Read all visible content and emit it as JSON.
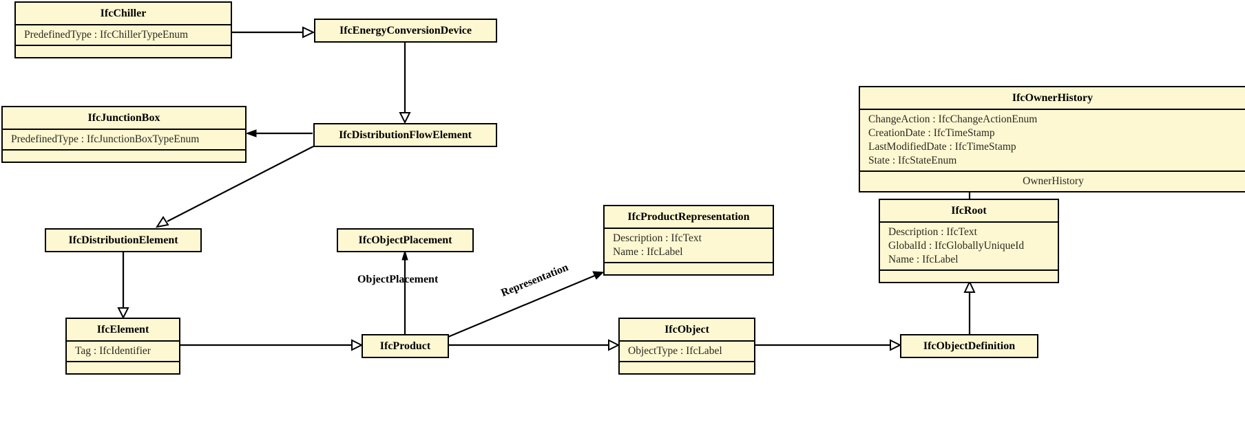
{
  "diagram": {
    "type": "uml-class-diagram",
    "background_color": "#ffffff",
    "box_fill_color": "#fdf8d2",
    "box_border_color": "#000000",
    "text_color": "#000000"
  },
  "classes": [
    {
      "id": "ifc-chiller",
      "name": "IfcChiller",
      "attributes": [
        "PredefinedType : IfcChillerTypeEnum"
      ],
      "has_empty_compartment": true
    },
    {
      "id": "ifc-energy-conversion-device",
      "name": "IfcEnergyConversionDevice",
      "attributes": [],
      "has_empty_compartment": false
    },
    {
      "id": "ifc-junction-box",
      "name": "IfcJunctionBox",
      "attributes": [
        "PredefinedType : IfcJunctionBoxTypeEnum"
      ],
      "has_empty_compartment": true
    },
    {
      "id": "ifc-distribution-flow-element",
      "name": "IfcDistributionFlowElement",
      "attributes": [],
      "has_empty_compartment": false
    },
    {
      "id": "ifc-distribution-element",
      "name": "IfcDistributionElement",
      "attributes": [],
      "has_empty_compartment": false
    },
    {
      "id": "ifc-object-placement",
      "name": "IfcObjectPlacement",
      "attributes": [],
      "has_empty_compartment": false
    },
    {
      "id": "ifc-product-representation",
      "name": "IfcProductRepresentation",
      "attributes": [
        "Description : IfcText",
        "Name : IfcLabel"
      ],
      "has_empty_compartment": true
    },
    {
      "id": "ifc-owner-history",
      "name": "IfcOwnerHistory",
      "attributes": [
        "ChangeAction : IfcChangeActionEnum",
        "CreationDate : IfcTimeStamp",
        "LastModifiedDate : IfcTimeStamp",
        "State : IfcStateEnum"
      ],
      "has_empty_compartment": false,
      "role_compartment": "OwnerHistory"
    },
    {
      "id": "ifc-root",
      "name": "IfcRoot",
      "attributes": [
        "Description : IfcText",
        "GlobalId : IfcGloballyUniqueId",
        "Name : IfcLabel"
      ],
      "has_empty_compartment": true
    },
    {
      "id": "ifc-element",
      "name": "IfcElement",
      "attributes": [
        "Tag : IfcIdentifier"
      ],
      "has_empty_compartment": true
    },
    {
      "id": "ifc-product",
      "name": "IfcProduct",
      "attributes": [],
      "has_empty_compartment": false
    },
    {
      "id": "ifc-object",
      "name": "IfcObject",
      "attributes": [
        "ObjectType : IfcLabel"
      ],
      "has_empty_compartment": true
    },
    {
      "id": "ifc-object-definition",
      "name": "IfcObjectDefinition",
      "attributes": [],
      "has_empty_compartment": false
    }
  ],
  "edge_labels": {
    "object_placement": "ObjectPlacement",
    "representation": "Representation"
  },
  "relationships": [
    {
      "from": "IfcChiller",
      "to": "IfcEnergyConversionDevice",
      "kind": "generalization"
    },
    {
      "from": "IfcEnergyConversionDevice",
      "to": "IfcDistributionFlowElement",
      "kind": "generalization"
    },
    {
      "from": "IfcDistributionFlowElement",
      "to": "IfcJunctionBox",
      "kind": "association"
    },
    {
      "from": "IfcDistributionFlowElement",
      "to": "IfcDistributionElement",
      "kind": "generalization"
    },
    {
      "from": "IfcDistributionElement",
      "to": "IfcElement",
      "kind": "generalization"
    },
    {
      "from": "IfcElement",
      "to": "IfcProduct",
      "kind": "generalization"
    },
    {
      "from": "IfcProduct",
      "to": "IfcObjectPlacement",
      "kind": "association",
      "label": "ObjectPlacement"
    },
    {
      "from": "IfcProduct",
      "to": "IfcProductRepresentation",
      "kind": "association",
      "label": "Representation"
    },
    {
      "from": "IfcProduct",
      "to": "IfcObject",
      "kind": "generalization"
    },
    {
      "from": "IfcObject",
      "to": "IfcObjectDefinition",
      "kind": "generalization"
    },
    {
      "from": "IfcObjectDefinition",
      "to": "IfcRoot",
      "kind": "generalization"
    },
    {
      "from": "IfcRoot",
      "to": "IfcOwnerHistory",
      "kind": "association"
    }
  ]
}
